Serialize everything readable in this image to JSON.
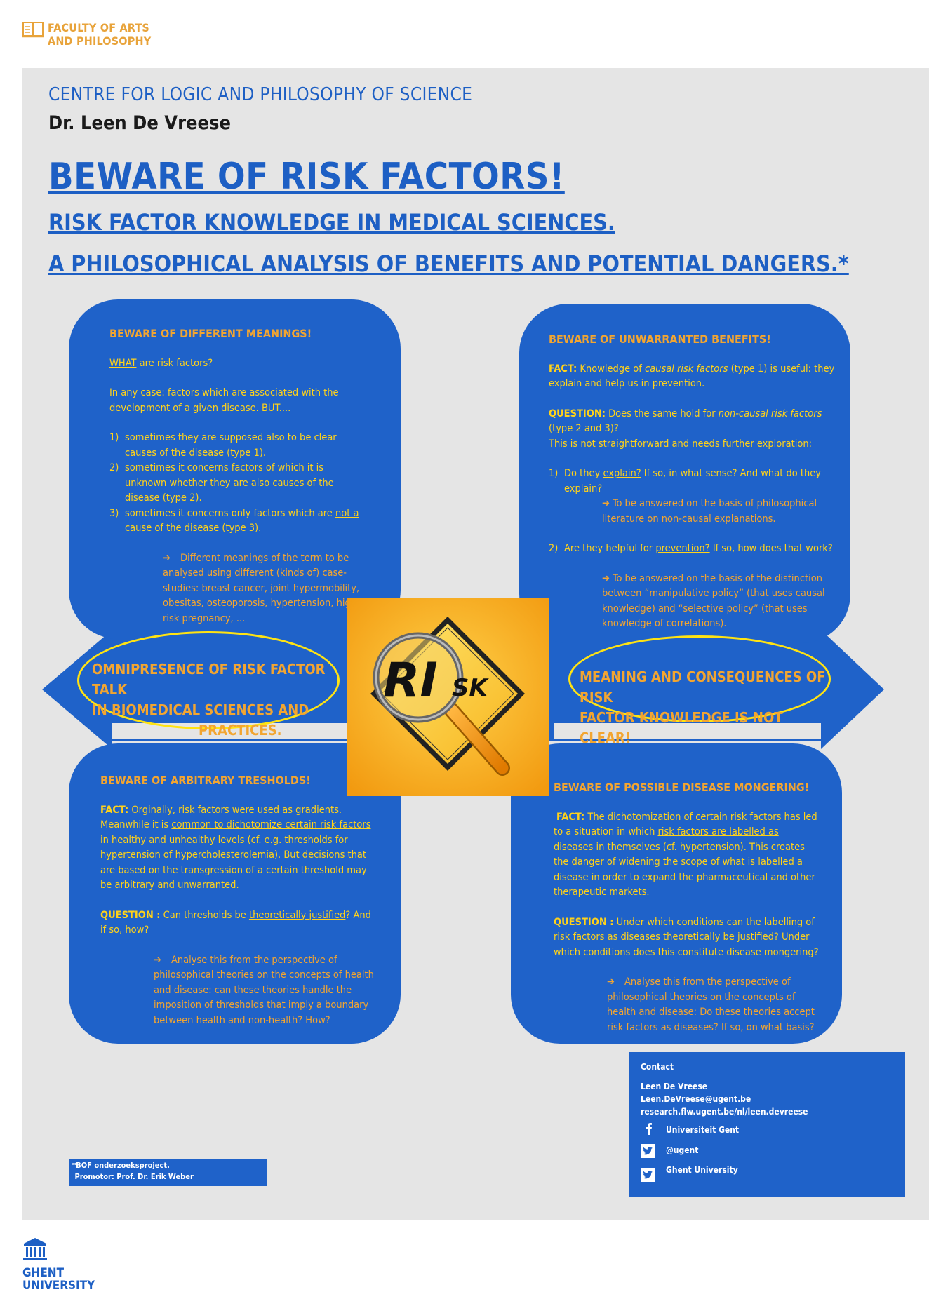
{
  "faculty": {
    "line1": "FACULTY OF ARTS",
    "line2": "AND PHILOSOPHY"
  },
  "header": {
    "centre": "CENTRE FOR LOGIC AND PHILOSOPHY OF SCIENCE",
    "author": "Dr. Leen De Vreese",
    "title": "BEWARE OF RISK FACTORS!",
    "subtitle1": "RISK FACTOR KNOWLEDGE IN MEDICAL SCIENCES.",
    "subtitle2": "A PHILOSOPHICAL ANALYSIS OF BENEFITS AND POTENTIAL DANGERS.*"
  },
  "box_tl": {
    "heading": "BEWARE OF DIFFERENT MEANINGS!",
    "q_word": "WHAT",
    "q_rest": " are risk factors?",
    "intro": "In any case: factors which are associated with the development of a given disease.   BUT....",
    "i1_num": "1)",
    "i1_a": "sometimes they are supposed also to be clear ",
    "i1_u": "causes",
    "i1_b": " of the disease (type 1).",
    "i2_num": "2)",
    "i2_a": "sometimes it concerns factors of which it is ",
    "i2_u": "unknown",
    "i2_b": " whether they are also causes of the disease (type 2).",
    "i3_num": "3)",
    "i3_a": "sometimes it concerns only factors which are ",
    "i3_u": "not a cause ",
    "i3_b": "of the disease (type 3).",
    "arrow": "➔",
    "note": "Different meanings of the term to be analysed using different (kinds of) case-studies:  breast cancer, joint hypermobility, obesitas, osteoporosis, hypertension, high-risk pregnancy, ..."
  },
  "box_tr": {
    "heading": "BEWARE OF UNWARRANTED BENEFITS!",
    "fact_label": "FACT:",
    "fact_a": " Knowledge of ",
    "fact_i": "causal risk factors",
    "fact_b": " (type 1) is useful: they explain and help us in prevention.",
    "question_label": "QUESTION:",
    "question_a": " Does the same hold for ",
    "question_i": "non-causal risk factors",
    "question_b": " (type 2 and 3)?",
    "question_c": "This is not straightforward and needs further exploration:",
    "i1_num": "1)",
    "i1_a": "Do they ",
    "i1_u": "explain?",
    "i1_b": " If so, in what sense? And what do they explain?",
    "note1": "To be answered on the basis of philosophical literature on non-causal explanations.",
    "i2_num": "2)",
    "i2_a": "Are they helpful for ",
    "i2_u": "prevention?",
    "i2_b": " If so, how does that work?",
    "note2": "To be answered on the basis of the distinction between “manipulative policy” (that uses causal knowledge) and “selective policy” (that uses knowledge of correlations).",
    "arrow": "➔"
  },
  "box_bl": {
    "heading": "BEWARE OF ARBITRARY TRESHOLDS!",
    "fact_label": "FACT:",
    "fact_a": "  Orginally, risk  factors were used as gradients. Meanwhile it is ",
    "fact_u": "common to dichotomize certain risk factors in healthy and unhealthy levels",
    "fact_b": " (cf. e.g. thresholds for hypertension of hypercholesterolemia). But decisions that are based on the transgression of a certain threshold may be arbitrary and unwarranted.",
    "question_label": "QUESTION :",
    "question_a": " Can thresholds be ",
    "question_u": "theoretically justified",
    "question_b": "? And if so, how?",
    "arrow": "➔",
    "note": "Analyse this from the perspective of philosophical theories on the concepts of health and disease: can these theories handle the imposition of thresholds that imply a boundary between health and non-health? How?"
  },
  "box_br": {
    "heading": "BEWARE OF POSSIBLE DISEASE MONGERING!",
    "fact_label": "FACT:",
    "fact_a": "  The dichotomization of certain risk factors has led to a situation in which ",
    "fact_u": "risk factors are labelled as diseases in themselves",
    "fact_b": " (cf. hypertension). This creates the danger of widening the scope of what is labelled a disease in order to expand the pharmaceutical and other therapeutic markets.",
    "question_label": "QUESTION :",
    "question_a": "  Under which conditions can the labelling of risk factors as diseases ",
    "question_u": "theoretically be justified?",
    "question_b": " Under which conditions does this constitute disease mongering?",
    "arrow": "➔",
    "note": "Analyse this from the perspective of philosophical theories on the concepts of health and disease: Do these theories accept risk factors as diseases? If so, on what basis?"
  },
  "banner_left": {
    "line1": "OMNIPRESENCE OF RISK FACTOR TALK",
    "line2": "IN BIOMEDICAL SCIENCES AND",
    "line3": "PRACTICES."
  },
  "banner_right": {
    "line1": "MEANING AND CONSEQUENCES OF RISK",
    "line2": "FACTOR KNOWLEDGE IS NOT CLEAR!"
  },
  "risk_image": {
    "text_big": "RI",
    "text_small": "SK"
  },
  "contact": {
    "heading": "Contact",
    "name": "Leen De Vreese",
    "email": "Leen.DeVreese@ugent.be",
    "url": "research.flw.ugent.be/nl/leen.devreese",
    "facebook": "Universiteit Gent",
    "twitter1": "@ugent",
    "twitter2": "Ghent University"
  },
  "bof": {
    "line1": "*BOF onderzoeksproject.",
    "line2": " Promotor: Prof. Dr. Erik Weber"
  },
  "footer": {
    "line1": "GHENT",
    "line2": "UNIVERSITY"
  },
  "colors": {
    "blue": "#1f62c9",
    "title_blue": "#1d5fc4",
    "orange": "#f2a531",
    "yellow": "#ffd21a",
    "panel_grey": "#e5e5e5"
  }
}
